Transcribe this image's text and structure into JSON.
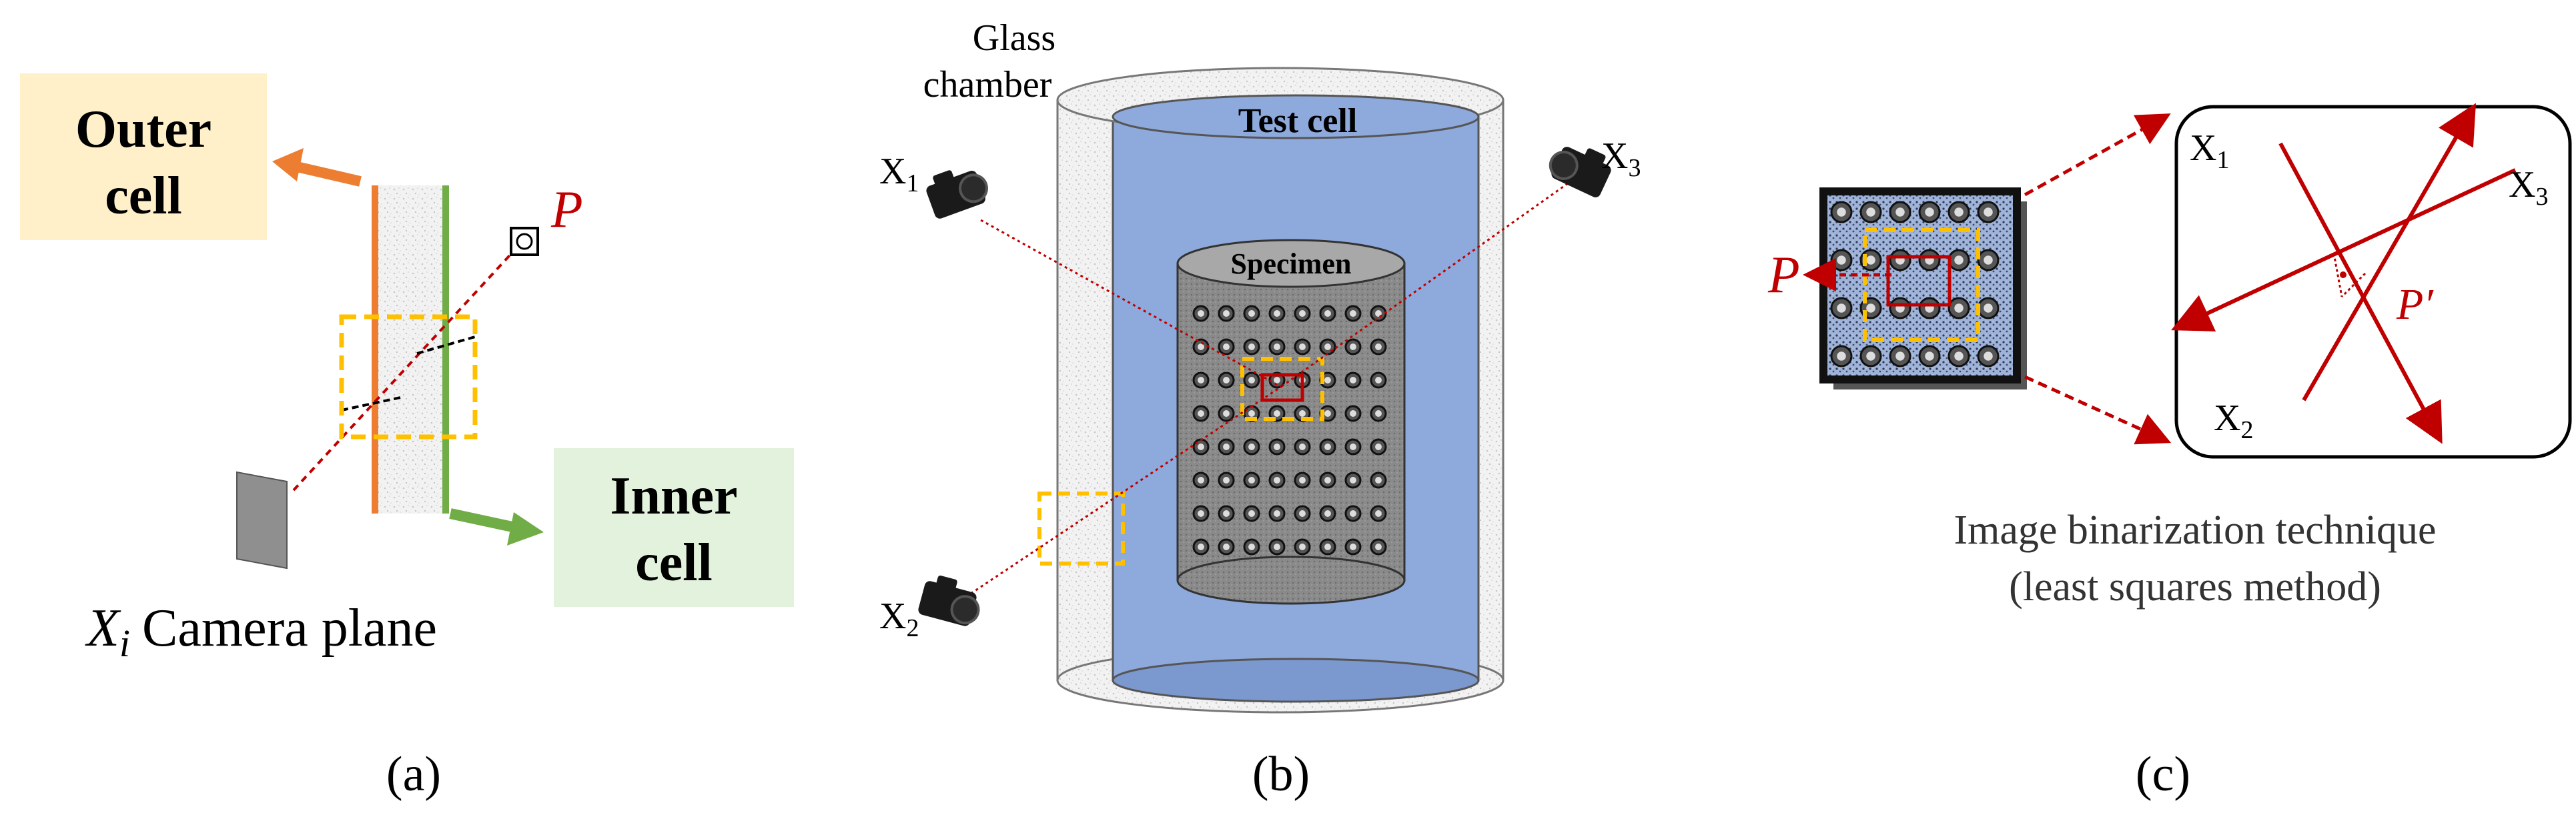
{
  "panel_a": {
    "outer_cell_line1": "Outer",
    "outer_cell_line2": "cell",
    "inner_cell_line1": "Inner",
    "inner_cell_line2": "cell",
    "point_label": "P",
    "camera_symbol": "X",
    "camera_subscript": "i",
    "camera_text": "Camera plane",
    "caption": "(a)"
  },
  "panel_b": {
    "glass_line1": "Glass",
    "glass_line2": "chamber",
    "test_cell": "Test cell",
    "specimen": "Specimen",
    "camera1": "X",
    "camera1_sub": "1",
    "camera2": "X",
    "camera2_sub": "2",
    "camera3": "X",
    "camera3_sub": "3",
    "caption": "(b)"
  },
  "panel_c": {
    "point_label": "P",
    "x1": "X",
    "x1_sub": "1",
    "x2": "X",
    "x2_sub": "2",
    "x3": "X",
    "x3_sub": "3",
    "p_prime": "P′",
    "technique_line1": "Image binarization technique",
    "technique_line2": "(least squares method)",
    "caption": "(c)"
  },
  "colors": {
    "outer_box": "#FFF0C9",
    "inner_box": "#E3F2DC",
    "orange": "#ED7D31",
    "green": "#70AD47",
    "red": "#C00000",
    "yellow": "#FFC000",
    "blue": "#8EA9DB",
    "specimen": "#8C8C8C"
  }
}
